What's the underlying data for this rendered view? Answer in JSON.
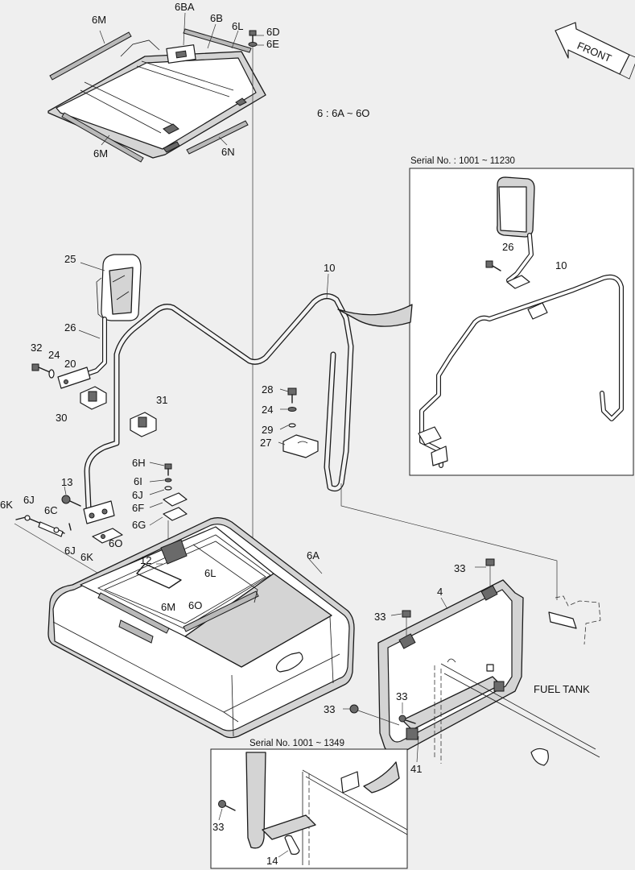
{
  "note": "6 : 6A ~ 6O",
  "front_label": "FRONT",
  "fuel_tank_label": "FUEL TANK",
  "inset_top": {
    "title": "Serial No. : 1001 ~ 11230",
    "labels": [
      "26",
      "10"
    ]
  },
  "inset_bottom": {
    "title": "Serial No. 1001 ~ 1349",
    "labels": [
      "33",
      "14"
    ]
  },
  "labels": {
    "p6BA": "6BA",
    "p6B": "6B",
    "p6L_top": "6L",
    "p6D": "6D",
    "p6E": "6E",
    "p6M_top": "6M",
    "p6M_mid": "6M",
    "p6N": "6N",
    "p25": "25",
    "p26": "26",
    "p32": "32",
    "p24_left": "24",
    "p20": "20",
    "p30": "30",
    "p31": "31",
    "p10": "10",
    "p28": "28",
    "p24_right": "24",
    "p29": "29",
    "p27": "27",
    "p6H": "6H",
    "p6I": "6I",
    "p6J_mid": "6J",
    "p6F": "6F",
    "p6G": "6G",
    "p13": "13",
    "p6K_left": "6K",
    "p6J_left": "6J",
    "p6C": "6C",
    "p6J_low": "6J",
    "p6K_low": "6K",
    "p6O_left": "6O",
    "p12": "12",
    "p6L_seat": "6L",
    "p6A": "6A",
    "p6M_seat": "6M",
    "p6O_seat": "6O",
    "p33_a": "33",
    "p4": "4",
    "p33_b": "33",
    "p33_c": "33",
    "p33_d": "33",
    "p41": "41"
  }
}
